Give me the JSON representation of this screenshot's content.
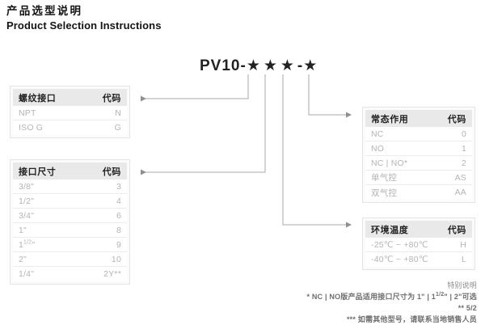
{
  "header": {
    "title_cn": "产品选型说明",
    "title_en": "Product Selection Instructions"
  },
  "model": {
    "prefix": "PV10-",
    "stars": "★★★",
    "dash": "-",
    "last_star": "★",
    "full": "PV10-★★★-★"
  },
  "tables": {
    "thread": {
      "header_name": "螺纹接口",
      "header_code": "代码",
      "rows": [
        {
          "name": "NPT",
          "code": "N"
        },
        {
          "name": "ISO G",
          "code": "G"
        }
      ]
    },
    "portsize": {
      "header_name": "接口尺寸",
      "header_code": "代码",
      "rows": [
        {
          "name": "3/8\"",
          "code": "3"
        },
        {
          "name": "1/2\"",
          "code": "4"
        },
        {
          "name": "3/4\"",
          "code": "6"
        },
        {
          "name": "1\"",
          "code": "8"
        },
        {
          "name": "1 1/2\"",
          "code": "9"
        },
        {
          "name": "2\"",
          "code": "10"
        },
        {
          "name": "1/4\"",
          "code": "2Y**"
        }
      ]
    },
    "action": {
      "header_name": "常态作用",
      "header_code": "代码",
      "rows": [
        {
          "name": "NC",
          "code": "0"
        },
        {
          "name": "NO",
          "code": "1"
        },
        {
          "name": "NC | NO*",
          "code": "2"
        },
        {
          "name": "单气控",
          "code": "AS"
        },
        {
          "name": "双气控",
          "code": "AA"
        }
      ]
    },
    "temperature": {
      "header_name": "环境温度",
      "header_code": "代码",
      "rows": [
        {
          "name": "-25℃ ~ +80℃",
          "code": "H"
        },
        {
          "name": "-40℃ ~ +80℃",
          "code": "L"
        }
      ]
    }
  },
  "footnotes": {
    "heading": "特别说明",
    "line1_prefix": "* NC | NO版产品适用接口尺寸为 1\" | 1",
    "line1_sup": "1/2",
    "line1_suffix": "\" | 2\"可选",
    "line2": "** 5/2",
    "line3": "*** 如需其他型号，请联系当地销售人员"
  },
  "colors": {
    "text_dark": "#141414",
    "text_muted": "#b4b4b4",
    "header_bg": "#e9e9e9",
    "border": "#e4e4e4",
    "connector": "#9a9a9a"
  }
}
